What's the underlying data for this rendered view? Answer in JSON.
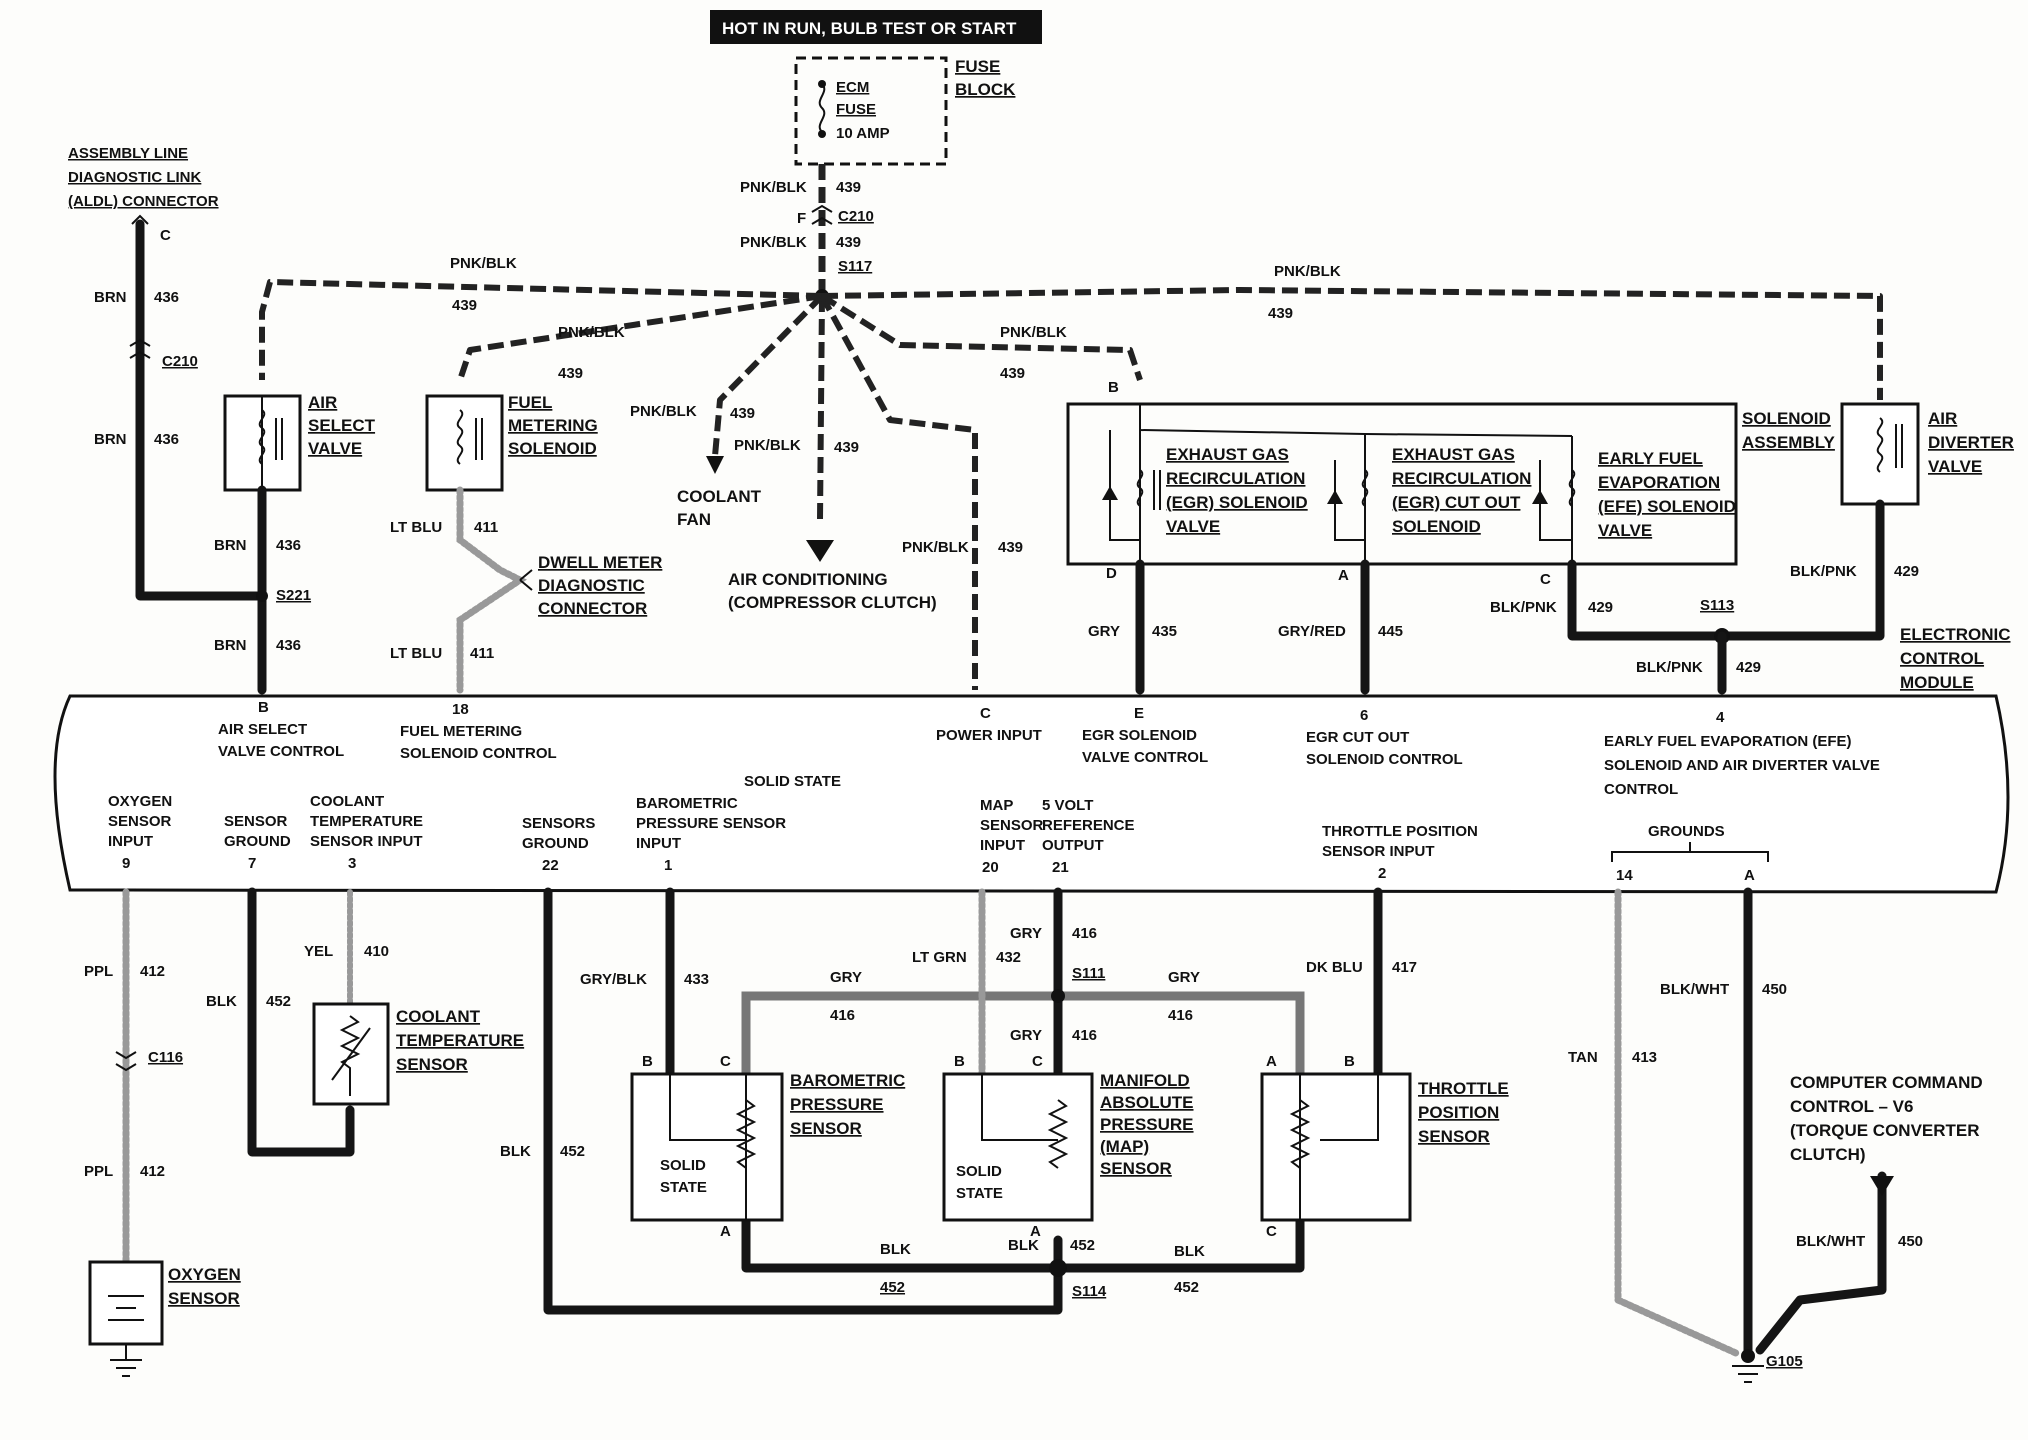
{
  "header": {
    "power_title": "HOT IN RUN,   BULB TEST OR START"
  },
  "fuse": {
    "block_label_1": "FUSE",
    "block_label_2": "BLOCK",
    "ecm": "ECM",
    "fuse": "FUSE",
    "amp": "10 AMP"
  },
  "aldl": {
    "line1": "ASSEMBLY LINE",
    "line2": "DIAGNOSTIC LINK",
    "line3": "(ALDL) CONNECTOR",
    "pin": "C",
    "wire_color": "BRN",
    "circuit": "436",
    "connector": "C210"
  },
  "main_feed": {
    "color": "PNK/BLK",
    "circuit": "439",
    "connector_pin": "F",
    "connector": "C210",
    "splice": "S117"
  },
  "components": {
    "air_select": [
      "AIR",
      "SELECT",
      "VALVE"
    ],
    "fuel_metering": [
      "FUEL",
      "METERING",
      "SOLENOID"
    ],
    "dwell": [
      "DWELL METER",
      "DIAGNOSTIC",
      "CONNECTOR"
    ],
    "coolant_fan": [
      "COOLANT",
      "FAN"
    ],
    "air_cond": [
      "AIR CONDITIONING",
      "(COMPRESSOR CLUTCH)"
    ],
    "egr": [
      "EXHAUST GAS",
      "RECIRCULATION",
      "(EGR) SOLENOID",
      "VALVE"
    ],
    "egr_cutout": [
      "EXHAUST GAS",
      "RECIRCULATION",
      "(EGR) CUT OUT",
      "SOLENOID"
    ],
    "efe": [
      "EARLY FUEL",
      "EVAPORATION",
      "(EFE) SOLENOID",
      "VALVE"
    ],
    "solenoid_assembly": [
      "SOLENOID",
      "ASSEMBLY"
    ],
    "air_diverter": [
      "AIR",
      "DIVERTER",
      "VALVE"
    ],
    "ecm": [
      "ELECTRONIC",
      "CONTROL",
      "MODULE"
    ],
    "coolant_sensor": [
      "COOLANT",
      "TEMPERATURE",
      "SENSOR"
    ],
    "oxygen_sensor": [
      "OXYGEN",
      "SENSOR"
    ],
    "baro_sensor": [
      "BAROMETRIC",
      "PRESSURE",
      "SENSOR"
    ],
    "map_sensor": [
      "MANIFOLD",
      "ABSOLUTE",
      "PRESSURE",
      "(MAP)",
      "SENSOR"
    ],
    "tps": [
      "THROTTLE",
      "POSITION",
      "SENSOR"
    ],
    "ccc": [
      "COMPUTER COMMAND",
      "CONTROL – V6",
      "(TORQUE CONVERTER",
      "CLUTCH)"
    ],
    "solid_state": [
      "SOLID",
      "STATE"
    ]
  },
  "ecm_pins_top": [
    {
      "pin": "B",
      "desc": [
        "AIR SELECT",
        "VALVE CONTROL"
      ]
    },
    {
      "pin": "18",
      "desc": [
        "FUEL METERING",
        "SOLENOID CONTROL"
      ]
    },
    {
      "pin": "C",
      "desc": [
        "POWER INPUT"
      ]
    },
    {
      "pin": "E",
      "desc": [
        "EGR SOLENOID",
        "VALVE CONTROL"
      ]
    },
    {
      "pin": "6",
      "desc": [
        "EGR CUT OUT",
        "SOLENOID CONTROL"
      ]
    },
    {
      "pin": "4",
      "desc": [
        "EARLY FUEL EVAPORATION (EFE)",
        "SOLENOID AND AIR DIVERTER VALVE",
        "CONTROL"
      ]
    }
  ],
  "ecm_center": "SOLID STATE",
  "ecm_pins_bottom": [
    {
      "pin": "9",
      "desc": [
        "OXYGEN",
        "SENSOR",
        "INPUT"
      ]
    },
    {
      "pin": "7",
      "desc": [
        "SENSOR",
        "GROUND"
      ]
    },
    {
      "pin": "3",
      "desc": [
        "COOLANT",
        "TEMPERATURE",
        "SENSOR INPUT"
      ]
    },
    {
      "pin": "22",
      "desc": [
        "SENSORS",
        "GROUND"
      ]
    },
    {
      "pin": "1",
      "desc": [
        "BAROMETRIC",
        "PRESSURE SENSOR",
        "INPUT"
      ]
    },
    {
      "pin": "20",
      "desc": [
        "MAP",
        "SENSOR",
        "INPUT"
      ]
    },
    {
      "pin": "21",
      "desc": [
        "5 VOLT",
        "REFERENCE",
        "OUTPUT"
      ]
    },
    {
      "pin": "2",
      "desc": [
        "THROTTLE POSITION",
        "SENSOR INPUT"
      ]
    },
    {
      "pin": "14",
      "desc": []
    },
    {
      "pin": "A",
      "desc": []
    }
  ],
  "grounds_label": "GROUNDS",
  "wires": {
    "pnkblk": "PNK/BLK",
    "c439": "439",
    "brn": "BRN",
    "c436": "436",
    "s221": "S221",
    "ltblu": "LT BLU",
    "c411": "411",
    "gry": "GRY",
    "c435": "435",
    "gryred": "GRY/RED",
    "c445": "445",
    "blkpnk": "BLK/PNK",
    "c429": "429",
    "s113": "S113",
    "ppl": "PPL",
    "c412": "412",
    "c116": "C116",
    "blk": "BLK",
    "c452": "452",
    "yel": "YEL",
    "c410": "410",
    "gryblk": "GRY/BLK",
    "c433": "433",
    "ltgrn": "LT GRN",
    "c432": "432",
    "c416": "416",
    "s111": "S111",
    "dkblu": "DK BLU",
    "c417": "417",
    "s114": "S114",
    "tan": "TAN",
    "c413": "413",
    "blkwht": "BLK/WHT",
    "c450": "450",
    "g105": "G105"
  },
  "pin_letters": {
    "a": "A",
    "b": "B",
    "c": "C",
    "d": "D"
  }
}
